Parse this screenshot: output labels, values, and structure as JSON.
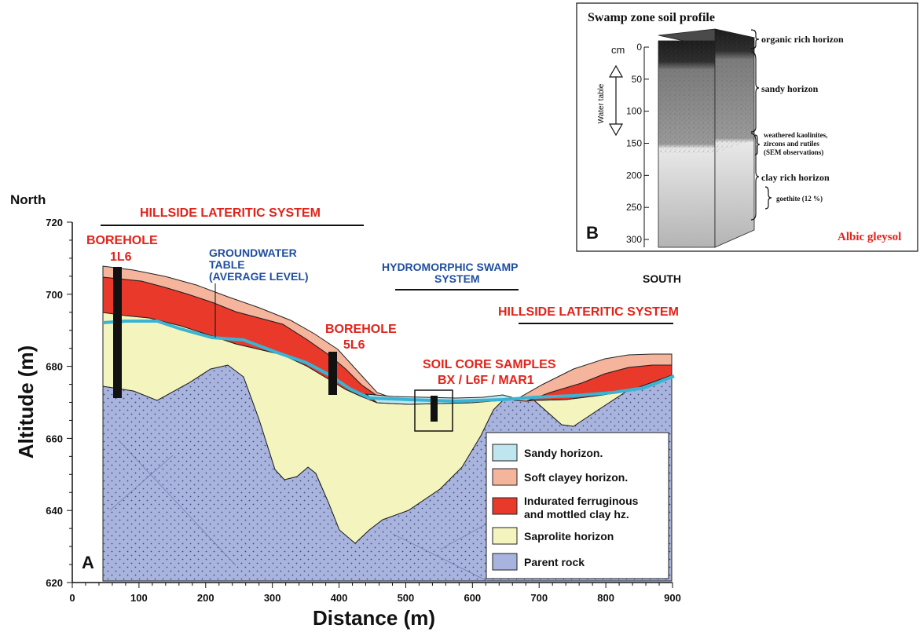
{
  "panel_a": {
    "panel_letter": "A",
    "north_label": "North",
    "south_label": "SOUTH",
    "xlabel": "Distance (m)",
    "ylabel": "Altitude (m)",
    "xticks": [
      "0",
      "100",
      "200",
      "300",
      "400",
      "500",
      "600",
      "700",
      "800",
      "900"
    ],
    "yticks": [
      "620",
      "640",
      "660",
      "680",
      "700",
      "720"
    ],
    "xlim": [
      0,
      900
    ],
    "ylim": [
      620,
      720
    ],
    "system_left": "HILLSIDE LATERITIC SYSTEM",
    "system_swamp_1": "HYDROMORPHIC SWAMP",
    "system_swamp_2": "SYSTEM",
    "system_right": "HILLSIDE LATERITIC SYSTEM",
    "borehole1_1": "BOREHOLE",
    "borehole1_2": "1L6",
    "borehole2_1": "BOREHOLE",
    "borehole2_2": "5L6",
    "gw_1": "GROUNDWATER",
    "gw_2": "TABLE",
    "gw_3": "(AVERAGE LEVEL)",
    "cores_1": "SOIL CORE SAMPLES",
    "cores_2": "BX / L6F / MAR1",
    "colors": {
      "sandy": "#bfe6ee",
      "soft_clayey": "#f5b49c",
      "indurated": "#e8392b",
      "saprolite": "#f4f4be",
      "parent_rock": "#a8b4dd",
      "groundwater": "#3ab4d4"
    },
    "legend": [
      {
        "label": "Sandy horizon.",
        "color": "#bfe6ee"
      },
      {
        "label": "Soft clayey horizon.",
        "color": "#f5b49c"
      },
      {
        "label": "Indurated ferruginous",
        "label2": "and mottled clay hz.",
        "color": "#e8392b"
      },
      {
        "label": "Saprolite horizon",
        "color": "#f4f4be"
      },
      {
        "label": "Parent rock",
        "color": "#a8b4dd"
      }
    ]
  },
  "panel_b": {
    "title": "Swamp zone soil profile",
    "panel_letter": "B",
    "unit": "cm",
    "depth_ticks": [
      "0",
      "50",
      "100",
      "150",
      "200",
      "250",
      "300"
    ],
    "water_table": "Water table",
    "horizon_organic": "organic rich horizon",
    "horizon_sandy": "sandy horizon",
    "weathered_1": "weathered kaolinites,",
    "weathered_2": "zircons and rutiles",
    "weathered_3": "(SEM observations)",
    "horizon_clay": "clay rich horizon",
    "goethite": "goethite (12 %)",
    "soil_name": "Albic gleysol"
  }
}
